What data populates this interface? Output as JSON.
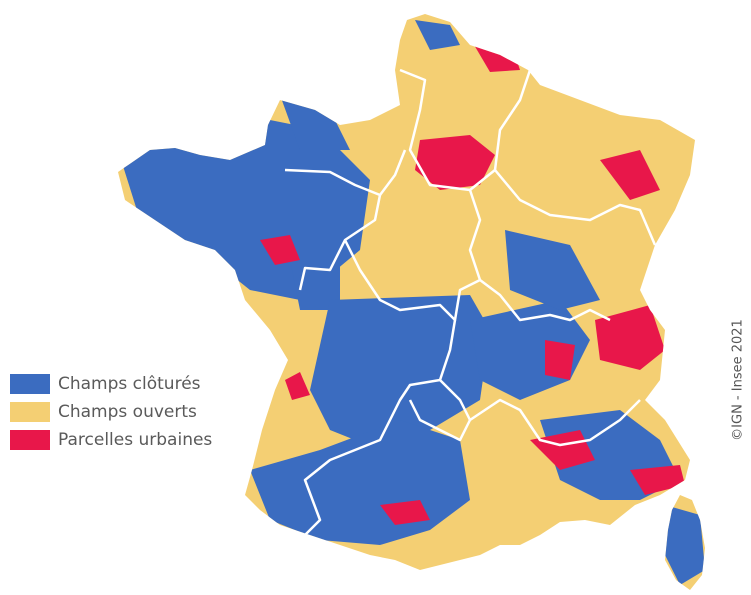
{
  "map": {
    "colors": {
      "champs_clotures": "#3b6cc0",
      "champs_ouverts": "#f4cf73",
      "parcelles_urbaines": "#e8174a",
      "borders": "#ffffff"
    }
  },
  "legend": {
    "items": [
      {
        "label": "Champs clôturés",
        "color": "#3b6cc0"
      },
      {
        "label": "Champs ouverts",
        "color": "#f4cf73"
      },
      {
        "label": "Parcelles urbaines",
        "color": "#e8174a"
      }
    ]
  },
  "credit": "©IGN - Insee 2021"
}
